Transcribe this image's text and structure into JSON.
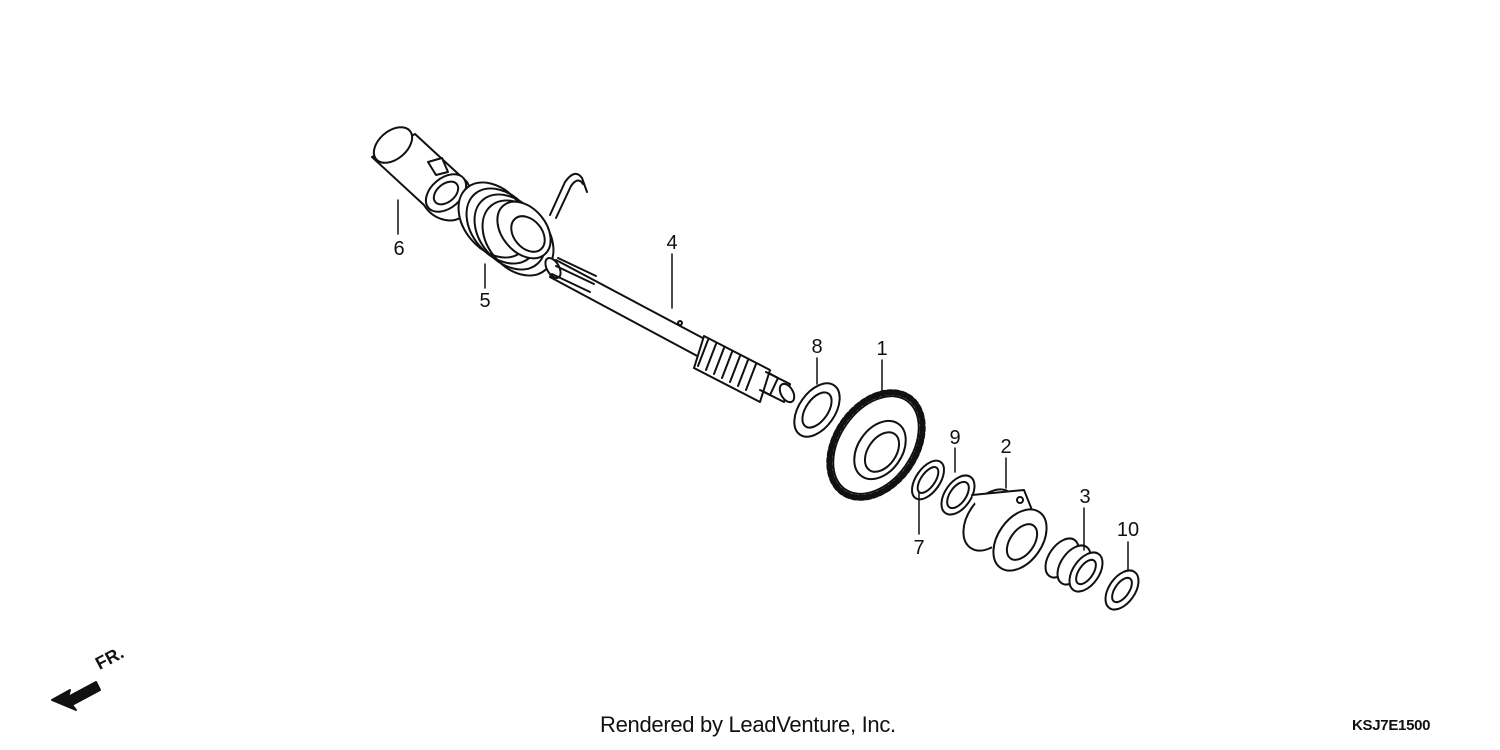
{
  "diagram": {
    "parts": [
      {
        "number": "1"
      },
      {
        "number": "2"
      },
      {
        "number": "3"
      },
      {
        "number": "4"
      },
      {
        "number": "5"
      },
      {
        "number": "6"
      },
      {
        "number": "7"
      },
      {
        "number": "8"
      },
      {
        "number": "9"
      },
      {
        "number": "10"
      }
    ],
    "direction_label": "FR.",
    "credit": "Rendered by LeadVenture, Inc.",
    "diagram_code": "KSJ7E1500"
  },
  "colors": {
    "line": "#111111",
    "fill": "#ffffff"
  }
}
